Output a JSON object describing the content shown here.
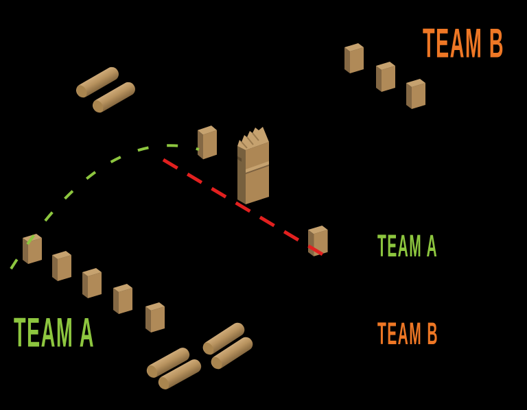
{
  "scene": {
    "description": "Kubb lawn-game field diagram: wooden kubbs, king, throwing batons and dashed throw trajectories for two teams",
    "background_color": "#000000"
  },
  "labels": {
    "team_a_corner": "TEAM A",
    "team_b_corner": "TEAM B",
    "legend_team_a": "TEAM A",
    "legend_team_b": "TEAM B"
  },
  "colors": {
    "team_a_green": "#8dc63f",
    "team_b_orange": "#ee7725",
    "throw_line_red": "#e2201f",
    "wood_top": "#c6a26f",
    "wood_front": "#b08a58",
    "wood_side": "#846844",
    "wood_dark": "#77603e"
  },
  "pieces": {
    "team_a_baseline_kubbs": 5,
    "team_b_baseline_kubbs": 3,
    "field_kubbs": 2,
    "kings": 1,
    "batons_upper_pair": 2,
    "batons_lower_group": 4
  },
  "trajectories": {
    "green_arc_color": "#8dc63f",
    "red_line_color": "#e2201f",
    "line_style": "dashed"
  }
}
